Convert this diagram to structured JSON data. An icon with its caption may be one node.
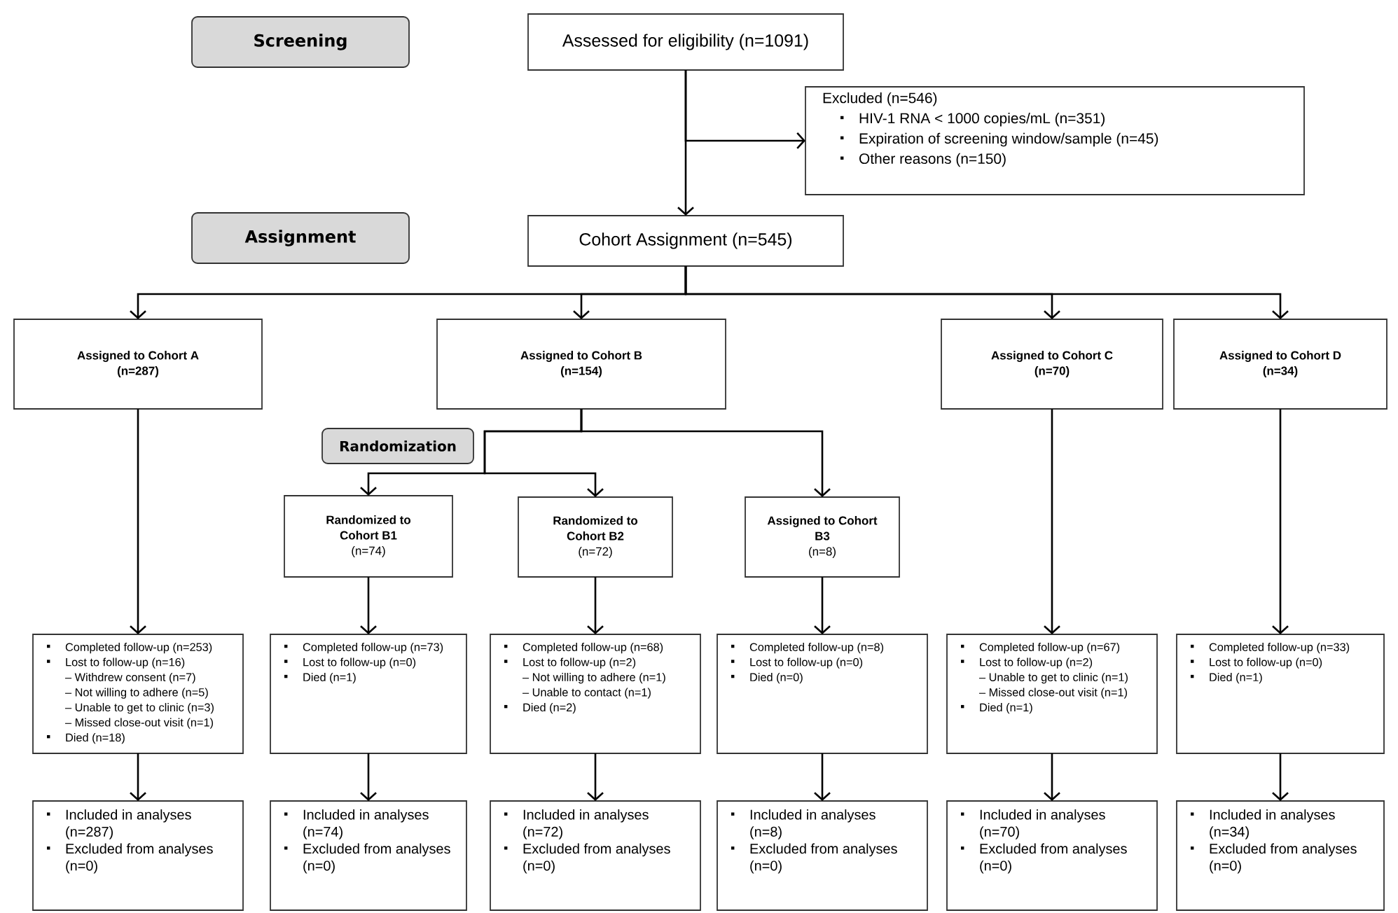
{
  "diagram": {
    "nodes": [
      {
        "text": [
          "Screening"
        ]
      },
      {
        "text": [
          "Assessed for eligibility (n=1091)"
        ]
      },
      {
        "text": [
          "Excluded (n=546)",
          "HIV-1 RNA < 1000 copies/mL (n=351)",
          "Expiration of screening window/sample (n=45)",
          "Other reasons (n=150)"
        ]
      },
      {
        "text": [
          "Assignment"
        ]
      },
      {
        "text": [
          "Cohort Assignment (n=545)"
        ]
      },
      {
        "text": [
          "Assigned to Cohort A",
          "(n=287)"
        ]
      },
      {
        "text": [
          "Assigned to Cohort B",
          "(n=154)"
        ]
      },
      {
        "text": [
          "Assigned to Cohort C",
          "(n=70)"
        ]
      },
      {
        "text": [
          "Assigned to Cohort D",
          "(n=34)"
        ]
      },
      {
        "text": [
          "Randomization"
        ]
      },
      {
        "text": [
          "Randomized to Cohort B1",
          "(n=74)"
        ]
      },
      {
        "text": [
          "Randomized to Cohort B2",
          "(n=72)"
        ]
      },
      {
        "text": [
          "Assigned to Cohort B3",
          "(n=8)"
        ]
      },
      {
        "text": [
          "Completed follow-up (n=253)",
          "Lost to follow-up (n=16)",
          "– Withdrew consent (n=7)",
          "– Not willing to adhere (n=5)",
          "– Unable to get to clinic (n=3)",
          "– Missed close-out visit (n=1)",
          "Died (n=18)"
        ]
      },
      {
        "text": [
          "Completed follow-up (n=73)",
          "Lost to follow-up (n=0)",
          "Died (n=1)"
        ]
      },
      {
        "text": [
          "Completed follow-up (n=68)",
          "Lost to follow-up (n=2)",
          "– Not willing to adhere (n=1)",
          "– Unable to contact (n=1)",
          "Died (n=2)"
        ]
      },
      {
        "text": [
          "Completed follow-up (n=8)",
          "Lost to follow-up (n=0)",
          "Died (n=0)"
        ]
      },
      {
        "text": [
          "Completed follow-up (n=67)",
          "Lost to follow-up (n=2)",
          "– Unable to get to clinic (n=1)",
          "– Missed close-out visit (n=1)",
          "Died (n=1)"
        ]
      },
      {
        "text": [
          "Completed follow-up (n=33)",
          "Lost to follow-up (n=0)",
          "Died (n=1)"
        ]
      },
      {
        "text": [
          "Included in analyses (n=287)",
          "Excluded from analyses (n=0)"
        ]
      },
      {
        "text": [
          "Included in analyses (n=74)",
          "Excluded from analyses (n=0)"
        ]
      },
      {
        "text": [
          "Included in analyses (n=72)",
          "Excluded from analyses (n=0)"
        ]
      },
      {
        "text": [
          "Included in analyses (n=8)",
          "Excluded from analyses (n=0)"
        ]
      },
      {
        "text": [
          "Included in analyses (n=70)",
          "Excluded from analyses (n=0)"
        ]
      },
      {
        "text": [
          "Included in analyses (n=34)",
          "Excluded from analyses (n=0)"
        ]
      }
    ],
    "edges": [
      {
        "from": 1,
        "to": 4,
        "arrow": "to"
      },
      {
        "from": 1,
        "to": 2,
        "arrow": "to"
      },
      {
        "from": 4,
        "to": 5,
        "arrow": "to"
      },
      {
        "from": 4,
        "to": 6,
        "arrow": "to"
      },
      {
        "from": 4,
        "to": 7,
        "arrow": "to"
      },
      {
        "from": 4,
        "to": 8,
        "arrow": "to"
      },
      {
        "from": 6,
        "to": 10,
        "arrow": "to"
      },
      {
        "from": 6,
        "to": 11,
        "arrow": "to"
      },
      {
        "from": 6,
        "to": 12,
        "arrow": "to"
      },
      {
        "from": 5,
        "to": 13,
        "arrow": "to"
      },
      {
        "from": 10,
        "to": 14,
        "arrow": "to"
      },
      {
        "from": 11,
        "to": 15,
        "arrow": "to"
      },
      {
        "from": 12,
        "to": 16,
        "arrow": "to"
      },
      {
        "from": 7,
        "to": 17,
        "arrow": "to"
      },
      {
        "from": 8,
        "to": 18,
        "arrow": "to"
      },
      {
        "from": 13,
        "to": 19,
        "arrow": "to"
      },
      {
        "from": 14,
        "to": 20,
        "arrow": "to"
      },
      {
        "from": 15,
        "to": 21,
        "arrow": "to"
      },
      {
        "from": 16,
        "to": 22,
        "arrow": "to"
      },
      {
        "from": 17,
        "to": 23,
        "arrow": "to"
      },
      {
        "from": 18,
        "to": 24,
        "arrow": "to"
      }
    ]
  }
}
